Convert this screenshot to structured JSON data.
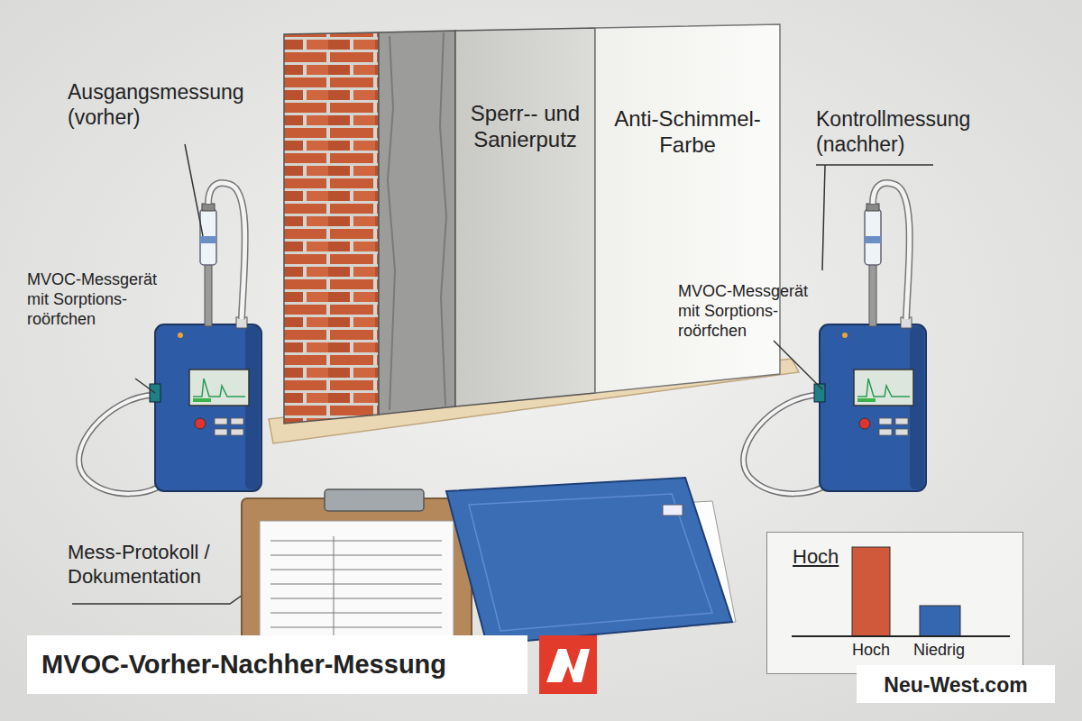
{
  "diagram": {
    "title": "MVOC-Vorher-Nachher-Messung",
    "nodes": [
      {
        "text": [
          "Sperr-- und Sanierputz"
        ]
      },
      {
        "text": [
          "Anti-Schimmel- Farbe"
        ]
      },
      {
        "text": [
          "Hoch",
          "Hoch",
          "Niedrig"
        ]
      },
      {
        "text": [
          "Neu-West.com"
        ]
      }
    ],
    "labels": [
      "Ausgangsmessung (vorher)",
      "MVOC-Messgerät mit Sorptions- roörfchen",
      "Kontrollmessung (nachher)",
      "MVOC-Messgerät mit Sorptions- roörfchen",
      "Mess-Protokoll / Dokumentation"
    ]
  }
}
